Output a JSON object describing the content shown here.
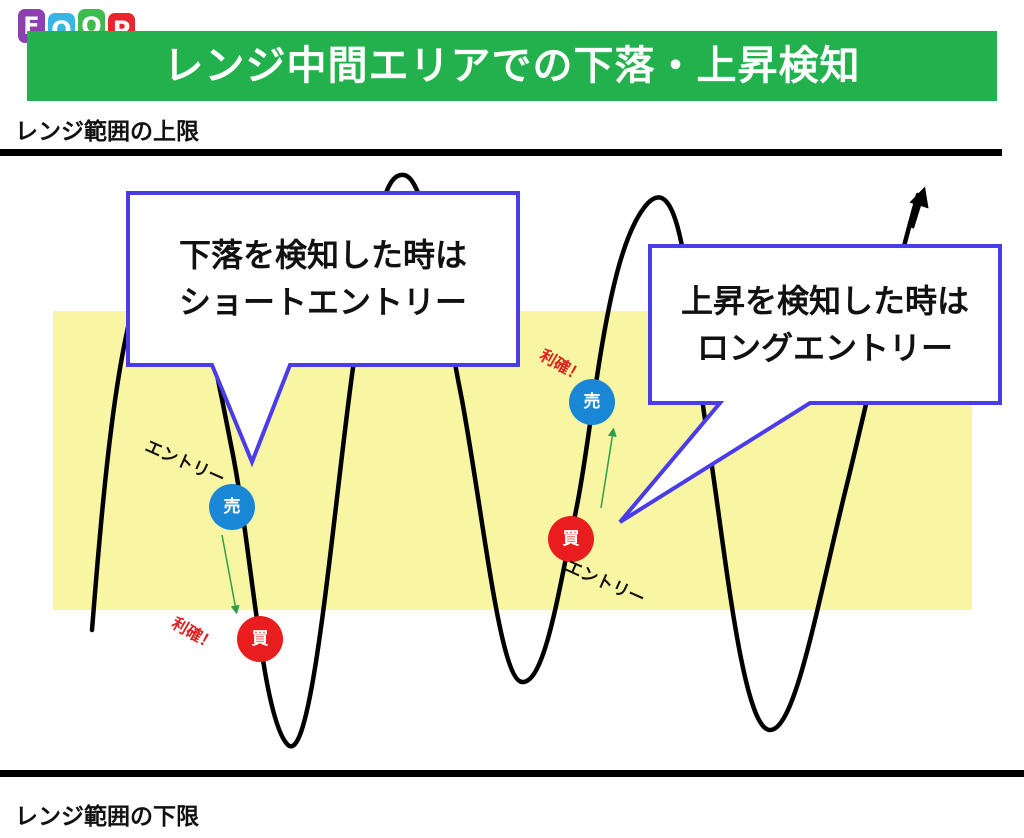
{
  "logo": {
    "letters": [
      {
        "char": "F",
        "color": "#8e3fb0"
      },
      {
        "char": "O",
        "color": "#38b6e6"
      },
      {
        "char": "O",
        "color": "#3dbb4e"
      },
      {
        "char": "P",
        "color": "#e8262d"
      }
    ]
  },
  "title": "レンジ中間エリアでの下落・上昇検知",
  "upper_limit_label": "レンジ範囲の上限",
  "lower_limit_label": "レンジ範囲の下限",
  "colors": {
    "banner": "#22b14c",
    "zone": "#f9f6a3",
    "callout_border": "#4a3ce8",
    "sell": "#1a86d6",
    "buy": "#e91d1d",
    "profit_text": "#e02020",
    "arrow": "#2e9e4e"
  },
  "callouts": {
    "fall": {
      "line1": "下落を検知した時は",
      "line2": "ショートエントリー"
    },
    "rise": {
      "line1": "上昇を検知した時は",
      "line2": "ロングエントリー"
    }
  },
  "markers": {
    "sell_label": "売",
    "buy_label": "買"
  },
  "annotations": {
    "entry": "エントリー",
    "profit": "利確！"
  }
}
